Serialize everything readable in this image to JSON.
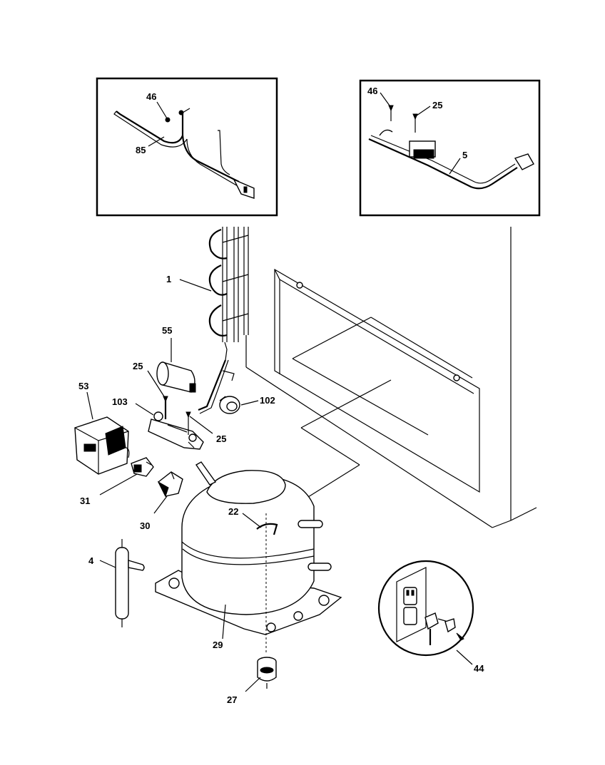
{
  "callouts": {
    "inset_left": {
      "screw": "46",
      "harness": "85"
    },
    "inset_right": {
      "screw": "46",
      "screw2": "25",
      "harness": "5"
    },
    "condenser": "1",
    "capacitor": "55",
    "screw_top": "25",
    "bracket": "103",
    "screw_bottom": "25",
    "clip": "102",
    "relay_cover": "53",
    "overload": "31",
    "relay": "30",
    "drier": "4",
    "wire_clip": "22",
    "compressor": "29",
    "grommet": "27",
    "power_cord": "44"
  }
}
